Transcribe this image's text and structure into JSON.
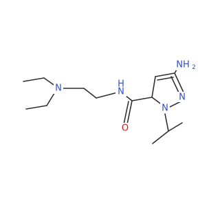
{
  "structure": {
    "atoms": [
      {
        "id": "nh2",
        "symbol": "N",
        "label": "NH",
        "sub": "2"
      },
      {
        "id": "n-amide",
        "symbol": "N",
        "label": "N",
        "sub": "",
        "sup": "H"
      },
      {
        "id": "n-amine",
        "symbol": "N",
        "label": "N",
        "sub": ""
      },
      {
        "id": "n-ring-1",
        "symbol": "N",
        "label": "N",
        "sub": ""
      },
      {
        "id": "n-ring-2",
        "symbol": "N",
        "label": "N",
        "sub": ""
      },
      {
        "id": "o-carbonyl",
        "symbol": "O",
        "label": "O",
        "sub": ""
      }
    ],
    "colors": {
      "bond": "#2f2f2f",
      "nitrogen": "#3050c8",
      "oxygen": "#d02020"
    }
  }
}
